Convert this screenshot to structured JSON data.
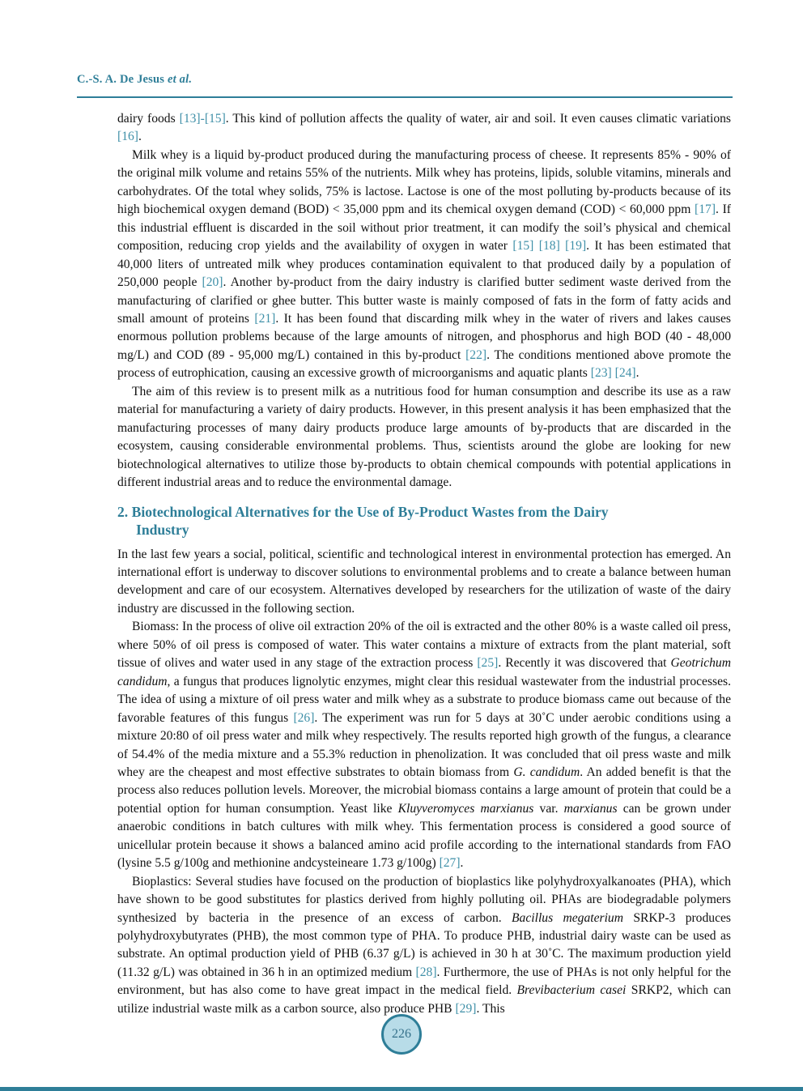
{
  "colors": {
    "teal": "#2e7e98",
    "citation": "#4090a8",
    "circle_fill": "#b8dce8"
  },
  "header": {
    "author": "C.-S. A. De Jesus ",
    "etal": "et al."
  },
  "article": {
    "section_heading": {
      "line1": "2. Biotechnological Alternatives for the Use of By-Product Wastes from the Dairy",
      "line2": "Industry"
    },
    "intro_paragraphs": [
      {
        "indent": false,
        "segments": [
          {
            "text": "dairy foods "
          },
          {
            "text": "[13]-[15]",
            "style": "cite"
          },
          {
            "text": ". This kind of pollution affects the quality of water, air and soil. It even causes climatic variations "
          },
          {
            "text": "[16]",
            "style": "cite"
          },
          {
            "text": "."
          }
        ]
      },
      {
        "indent": true,
        "segments": [
          {
            "text": "Milk whey is a liquid by-product produced during the manufacturing process of cheese. It represents 85% - 90% of the original milk volume and retains 55% of the nutrients. Milk whey has proteins, lipids, soluble vitamins, minerals and carbohydrates. Of the total whey solids, 75% is lactose. Lactose is one of the most polluting by-products because of its high biochemical oxygen demand (BOD) < 35,000 ppm and its chemical oxygen demand (COD) < 60,000 ppm "
          },
          {
            "text": "[17]",
            "style": "cite"
          },
          {
            "text": ". If this industrial effluent is discarded in the soil without prior treatment, it can modify the soil’s physical and chemical composition, reducing crop yields and the availability of oxygen in water "
          },
          {
            "text": "[15] [18] [19]",
            "style": "cite"
          },
          {
            "text": ". It has been estimated that 40,000 liters of untreated milk whey produces contamination equivalent to that produced daily by a population of 250,000 people "
          },
          {
            "text": "[20]",
            "style": "cite"
          },
          {
            "text": ". Another by-product from the dairy industry is clarified butter sediment waste derived from the manufacturing of clarified or ghee butter. This butter waste is mainly composed of fats in the form of fatty acids and small amount of proteins "
          },
          {
            "text": "[21]",
            "style": "cite"
          },
          {
            "text": ". It has been found that discarding milk whey in the water of rivers and lakes causes enormous pollution problems because of the large amounts of nitrogen, and phosphorus and high BOD (40 - 48,000 mg/L) and COD (89 - 95,000 mg/L) contained in this by-product "
          },
          {
            "text": "[22]",
            "style": "cite"
          },
          {
            "text": ". The conditions mentioned above promote the process of eutrophication, causing an excessive growth of microorganisms and aquatic plants "
          },
          {
            "text": "[23] [24]",
            "style": "cite"
          },
          {
            "text": "."
          }
        ]
      },
      {
        "indent": true,
        "segments": [
          {
            "text": "The aim of this review is to present milk as a nutritious food for human consumption and describe its use as a raw material for manufacturing a variety of dairy products. However, in this present analysis it has been emphasized that the manufacturing processes of many dairy products produce large amounts of by-products that are discarded in the ecosystem, causing considerable environmental problems. Thus, scientists around the globe are looking for new biotechnological alternatives to utilize those by-products to obtain chemical compounds with potential applications in different industrial areas and to reduce the environmental damage."
          }
        ]
      }
    ],
    "section_paragraphs": [
      {
        "indent": false,
        "segments": [
          {
            "text": "In the last few years a social, political, scientific and technological interest in environmental protection has emerged. An international effort is underway to discover solutions to environmental problems and to create a balance between human development and care of our ecosystem. Alternatives developed by researchers for the utilization of waste of the dairy industry are discussed in the following section."
          }
        ]
      },
      {
        "indent": true,
        "segments": [
          {
            "text": "Biomass: In the process of olive oil extraction 20% of the oil is extracted and the other 80% is a waste called oil press, where 50% of oil press is composed of water. This water contains a mixture of extracts from the plant material, soft tissue of olives and water used in any stage of the extraction process "
          },
          {
            "text": "[25]",
            "style": "cite"
          },
          {
            "text": ". Recently it was discovered that "
          },
          {
            "text": "Geotrichum candidum",
            "style": "italic"
          },
          {
            "text": ", a fungus that produces lignolytic enzymes, might clear this residual wastewater from the industrial processes. The idea of using a mixture of oil press water and milk whey as a substrate to produce biomass came out because of the favorable features of this fungus "
          },
          {
            "text": "[26]",
            "style": "cite"
          },
          {
            "text": ". The experiment was run for 5 days at 30˚C under aerobic conditions using a mixture 20:80 of oil press water and milk whey respectively. The results reported high growth of the fungus, a clearance of 54.4% of the media mixture and a 55.3% reduction in phenolization. It was concluded that oil press waste and milk whey are the cheapest and most effective substrates to obtain biomass from "
          },
          {
            "text": "G. candidum",
            "style": "italic"
          },
          {
            "text": ". An added benefit is that the process also reduces pollution levels. Moreover, the microbial biomass contains a large amount of protein that could be a potential option for human consumption. Yeast like "
          },
          {
            "text": "Kluyveromyces marxianus",
            "style": "italic"
          },
          {
            "text": " var. "
          },
          {
            "text": "marxianus",
            "style": "italic"
          },
          {
            "text": " can be grown under anaerobic conditions in batch cultures with milk whey. This fermentation process is considered a good source of unicellular protein because it shows a balanced amino acid profile according to the international standards from FAO (lysine 5.5 g/100g and methionine andcysteineare 1.73 g/100g) "
          },
          {
            "text": "[27]",
            "style": "cite"
          },
          {
            "text": "."
          }
        ]
      },
      {
        "indent": true,
        "segments": [
          {
            "text": "Bioplastics: Several studies have focused on the production of bioplastics like polyhydroxyalkanoates (PHA), which have shown to be good substitutes for plastics derived from highly polluting oil. PHAs are biodegradable polymers synthesized by bacteria in the presence of an excess of carbon. "
          },
          {
            "text": "Bacillus megaterium",
            "style": "italic"
          },
          {
            "text": " SRKP-3 produces polyhydroxybutyrates (PHB), the most common type of PHA. To produce PHB, industrial dairy waste can be used as substrate. An optimal production yield of PHB (6.37 g/L) is achieved in 30 h at 30˚C. The maximum production yield (11.32 g/L) was obtained in 36 h in an optimized medium "
          },
          {
            "text": "[28]",
            "style": "cite"
          },
          {
            "text": ". Furthermore, the use of PHAs is not only helpful for the environment, but has also come to have great impact in the medical field. "
          },
          {
            "text": "Brevibacterium casei",
            "style": "italic"
          },
          {
            "text": " SRKP2, which can utilize industrial waste milk as a carbon source, also produce PHB "
          },
          {
            "text": "[29]",
            "style": "cite"
          },
          {
            "text": ". This"
          }
        ]
      }
    ]
  },
  "footer": {
    "page_number": "226"
  }
}
